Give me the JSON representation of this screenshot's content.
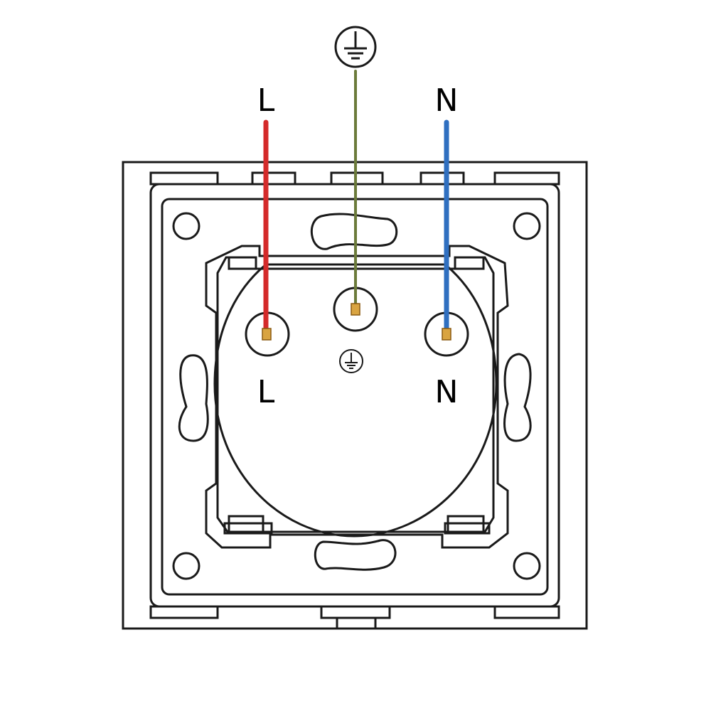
{
  "top_labels": {
    "live": "L",
    "neutral": "N"
  },
  "socket_labels": {
    "live": "L",
    "neutral": "N"
  },
  "wire_colors": {
    "live": "#d42a2a",
    "earth": "#6b7a3a",
    "neutral": "#2f6fc0"
  },
  "terminal_color": "#d9a441",
  "icons": {
    "earth_top": "earth-ground-symbol",
    "earth_socket": "earth-ground-symbol"
  }
}
